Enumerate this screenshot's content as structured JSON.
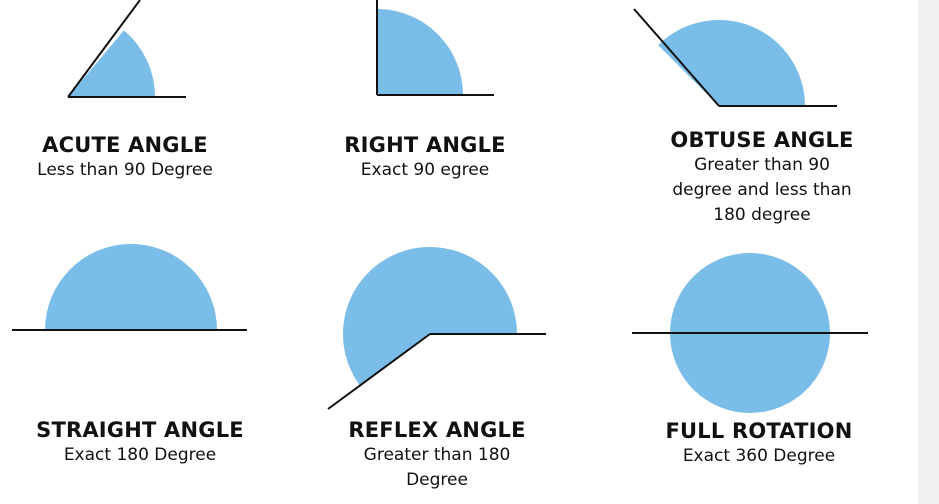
{
  "colors": {
    "wedge_fill": "#7abde9",
    "line_stroke": "#111111",
    "text": "#111111",
    "background": "#ffffff"
  },
  "angles": [
    {
      "title": "ACUTE ANGLE",
      "description": "Less than 90 Degree",
      "degrees": 50
    },
    {
      "title": "RIGHT ANGLE",
      "description": "Exact 90 egree",
      "degrees": 90
    },
    {
      "title": "OBTUSE ANGLE",
      "description": "Greater than 90 degree and less than 180 degree",
      "degrees": 135
    },
    {
      "title": "STRAIGHT ANGLE",
      "description": "Exact 180 Degree",
      "degrees": 180
    },
    {
      "title": "REFLEX ANGLE",
      "description": "Greater than 180 Degree",
      "degrees": 216
    },
    {
      "title": "FULL ROTATION",
      "description": "Exact 360 Degree",
      "degrees": 360
    }
  ]
}
